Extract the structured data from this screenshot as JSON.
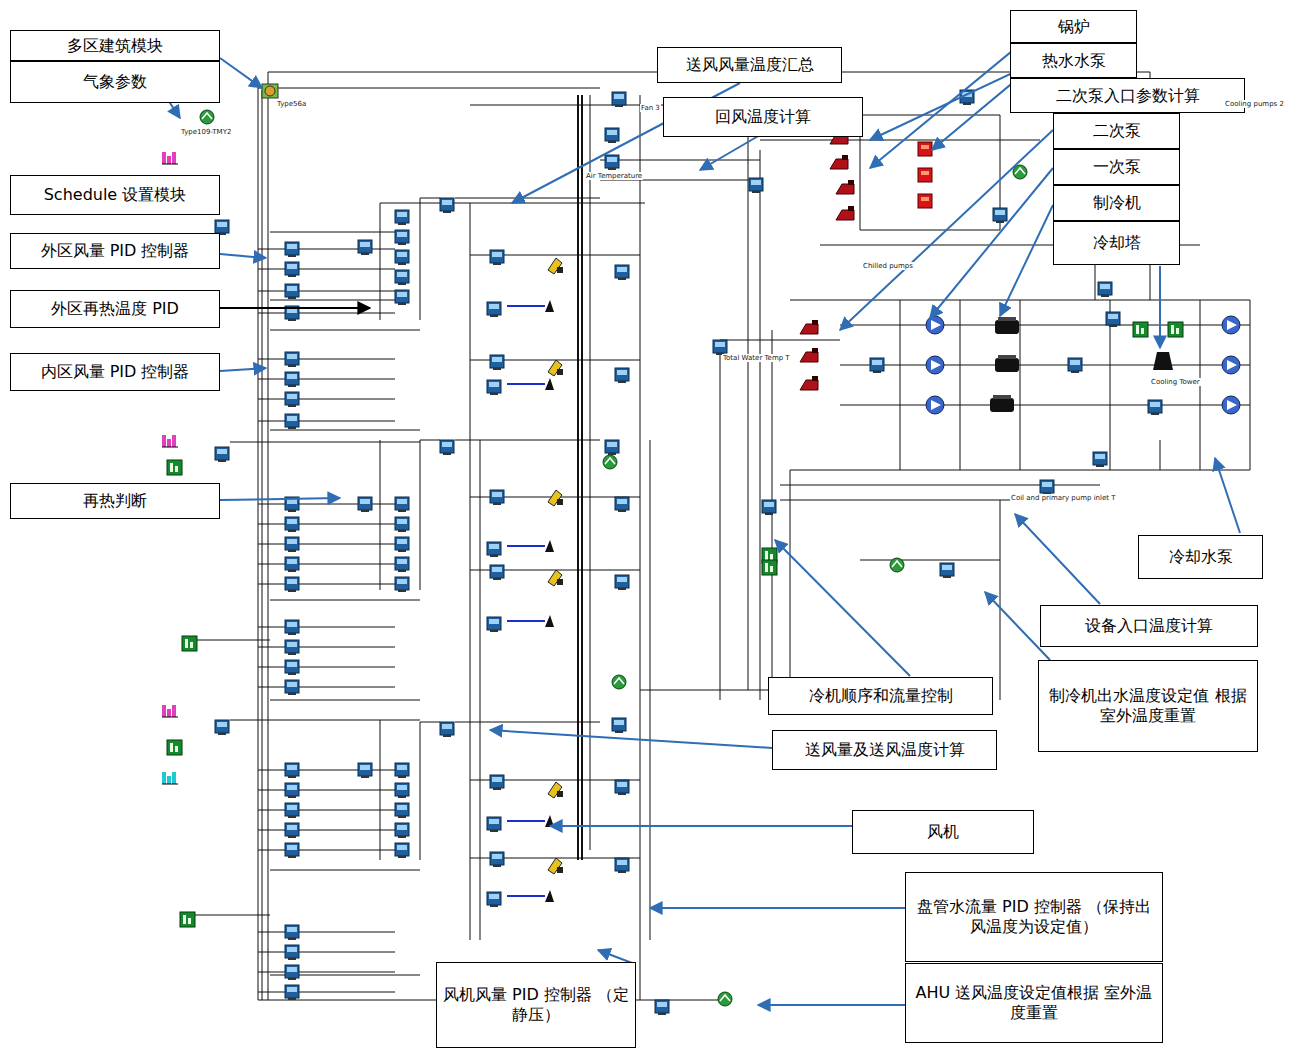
{
  "diagram": {
    "nodes": [
      {
        "text": [
          "多区建筑模块"
        ]
      },
      {
        "text": [
          "气象参数"
        ]
      },
      {
        "text": [
          "Schedule 设置模块"
        ]
      },
      {
        "text": [
          "外区风量 PID 控制器"
        ]
      },
      {
        "text": [
          "外区再热温度 PID"
        ]
      },
      {
        "text": [
          "内区风量 PID 控制器"
        ]
      },
      {
        "text": [
          "再热判断"
        ]
      },
      {
        "text": [
          "送风风量温度汇总"
        ]
      },
      {
        "text": [
          "回风温度计算"
        ]
      },
      {
        "text": [
          "锅炉"
        ]
      },
      {
        "text": [
          "热水水泵"
        ]
      },
      {
        "text": [
          "二次泵入口参数计算"
        ]
      },
      {
        "text": [
          "二次泵"
        ]
      },
      {
        "text": [
          "一次泵"
        ]
      },
      {
        "text": [
          "制冷机"
        ]
      },
      {
        "text": [
          "冷却塔"
        ]
      },
      {
        "text": [
          "冷却水泵"
        ]
      },
      {
        "text": [
          "设备入口温度计算"
        ]
      },
      {
        "text": [
          "制冷机出水温度设定值 根据室外温度重置"
        ]
      },
      {
        "text": [
          "冷机顺序和流量控制"
        ]
      },
      {
        "text": [
          "送风量及送风温度计算"
        ]
      },
      {
        "text": [
          "风机"
        ]
      },
      {
        "text": [
          "盘管水流量 PID 控制器 （保持出风温度为设定值）"
        ]
      },
      {
        "text": [
          "AHU 送风温度设定值根据 室外温度重置"
        ]
      },
      {
        "text": [
          "风机风量 PID 控制器 （定静压）"
        ]
      }
    ],
    "labels": [
      "Type109-TMY2",
      "Type56a",
      "Fan 3",
      "Air Temperature",
      "Chilled pumps",
      "Cooling pumps 2",
      "Total Water Temp T",
      "Cooling Tower",
      "Coil and primary pump inlet T"
    ]
  }
}
